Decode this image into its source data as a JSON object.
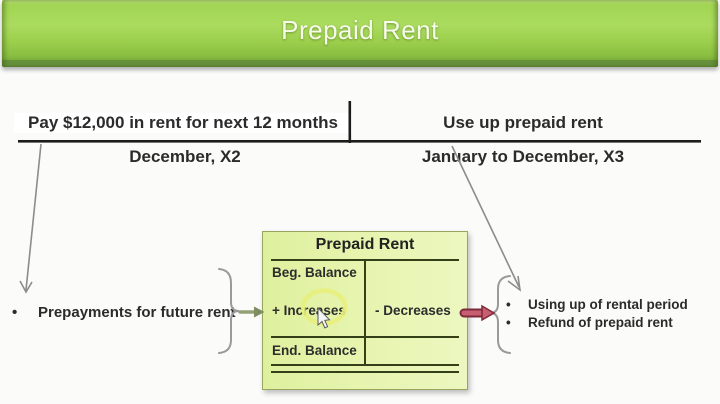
{
  "slide": {
    "title": "Prepaid Rent"
  },
  "timeline": {
    "left": {
      "event": "Pay $12,000 in rent for next 12 months",
      "period": "December, X2"
    },
    "right": {
      "event": "Use up prepaid rent",
      "period": "January to December, X3"
    }
  },
  "t_account": {
    "title": "Prepaid Rent",
    "beg_balance": "Beg. Balance",
    "increases": "+ Increases",
    "decreases": "- Decreases",
    "end_balance": "End. Balance"
  },
  "left_note": {
    "bullet": "•",
    "text": "Prepayments for future rent"
  },
  "right_notes": {
    "bullet": "•",
    "items": [
      "Using up of rental period",
      "Refund of prepaid rent"
    ]
  },
  "colors": {
    "header_green": "#9ccf4c",
    "header_dark_strip": "#649138",
    "box_fill": "#e6f4ae",
    "box_border": "#97a55f",
    "box_lines": "#333f17",
    "timeline_black": "#1c1c1c",
    "annotation_gray": "#8c8c8c",
    "brace_gray": "#9a9a9a",
    "green_arrow": "#92a274",
    "red_arrow_fill": "#c75f72",
    "red_arrow_outline": "#7e2a38",
    "highlight_yellow": "#e7f07c",
    "title_text": "#f7fbe9",
    "body_text": "#2b2b2b"
  }
}
